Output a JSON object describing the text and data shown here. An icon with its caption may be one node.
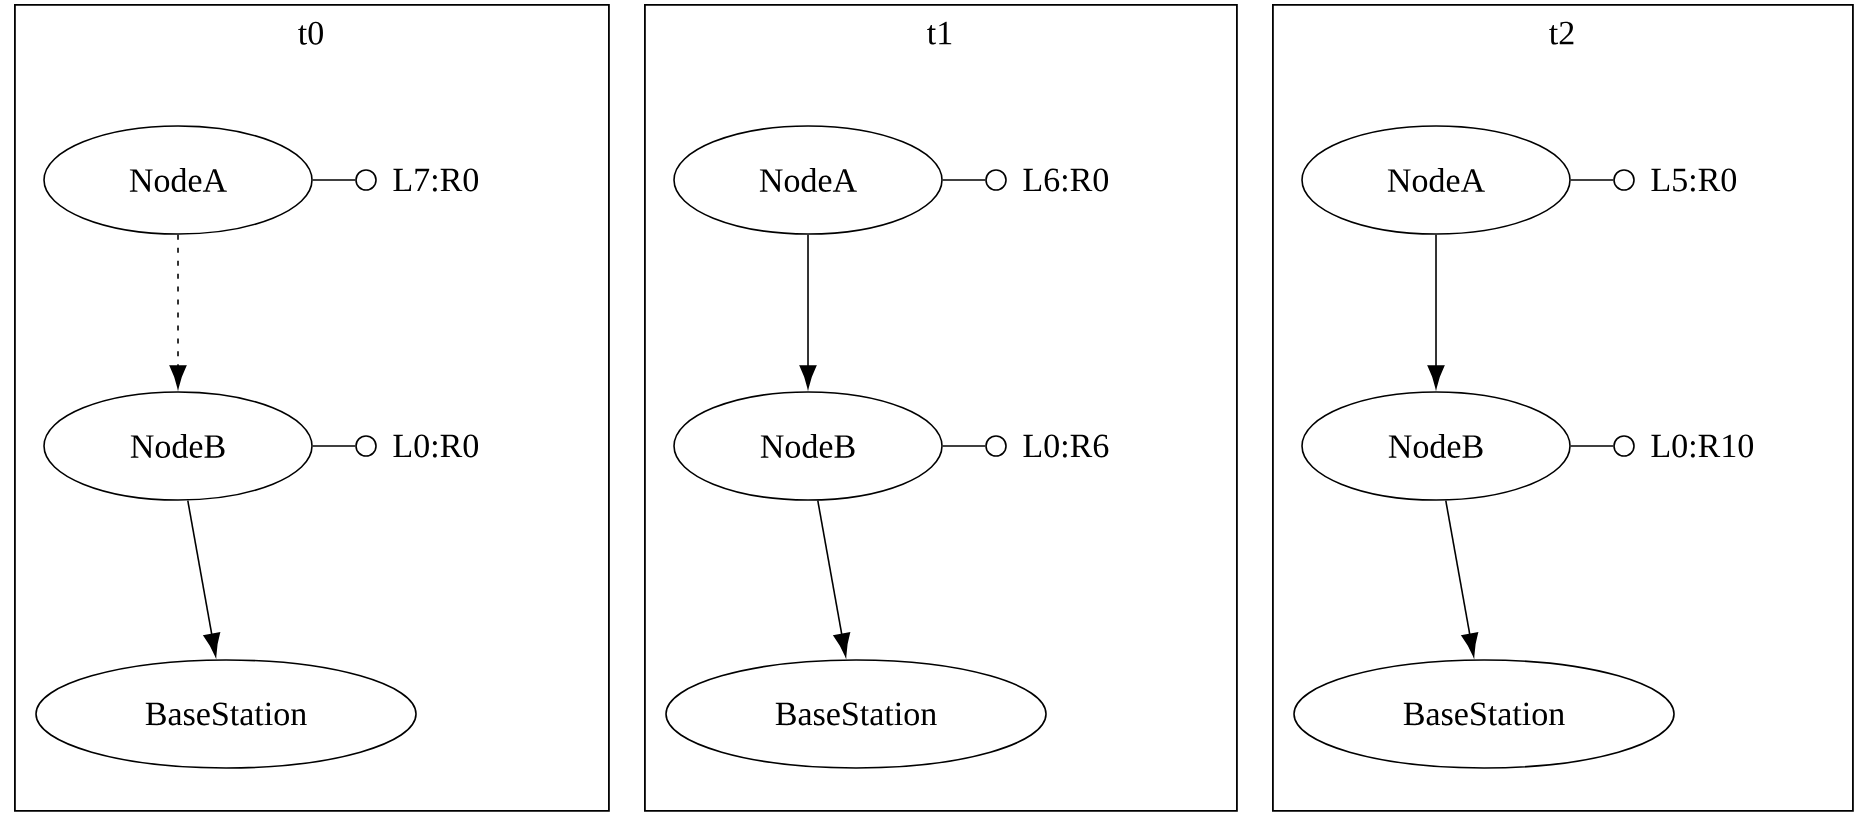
{
  "diagram": {
    "nodes": [
      {
        "text": [
          "t0"
        ]
      },
      {
        "text": [
          "NodeA"
        ],
        "in": 0
      },
      {
        "text": [],
        "shape": "circle",
        "beside": [
          "L7:R0"
        ],
        "in": 0
      },
      {
        "text": [
          "NodeB"
        ],
        "in": 0
      },
      {
        "text": [],
        "shape": "circle",
        "beside": [
          "L0:R0"
        ],
        "in": 0
      },
      {
        "text": [
          "BaseStation"
        ],
        "in": 0
      },
      {
        "text": [
          "t1"
        ]
      },
      {
        "text": [
          "NodeA"
        ],
        "in": 6
      },
      {
        "text": [],
        "shape": "circle",
        "beside": [
          "L6:R0"
        ],
        "in": 6
      },
      {
        "text": [
          "NodeB"
        ],
        "in": 6
      },
      {
        "text": [],
        "shape": "circle",
        "beside": [
          "L0:R6"
        ],
        "in": 6
      },
      {
        "text": [
          "BaseStation"
        ],
        "in": 6
      },
      {
        "text": [
          "t2"
        ]
      },
      {
        "text": [
          "NodeA"
        ],
        "in": 12
      },
      {
        "text": [],
        "shape": "circle",
        "beside": [
          "L5:R0"
        ],
        "in": 12
      },
      {
        "text": [
          "NodeB"
        ],
        "in": 12
      },
      {
        "text": [],
        "shape": "circle",
        "beside": [
          "L0:R10"
        ],
        "in": 12
      },
      {
        "text": [
          "BaseStation"
        ],
        "in": 12
      }
    ],
    "edges": [
      {
        "from": 1,
        "to": 2,
        "arrow": "none"
      },
      {
        "from": 1,
        "to": 3,
        "arrow": "to",
        "style": "dashed"
      },
      {
        "from": 3,
        "to": 4,
        "arrow": "none"
      },
      {
        "from": 3,
        "to": 5,
        "arrow": "to"
      },
      {
        "from": 7,
        "to": 8,
        "arrow": "none"
      },
      {
        "from": 7,
        "to": 9,
        "arrow": "to"
      },
      {
        "from": 9,
        "to": 10,
        "arrow": "none"
      },
      {
        "from": 9,
        "to": 11,
        "arrow": "to"
      },
      {
        "from": 13,
        "to": 14,
        "arrow": "none"
      },
      {
        "from": 13,
        "to": 15,
        "arrow": "to"
      },
      {
        "from": 15,
        "to": 16,
        "arrow": "none"
      },
      {
        "from": 15,
        "to": 17,
        "arrow": "to"
      }
    ]
  }
}
